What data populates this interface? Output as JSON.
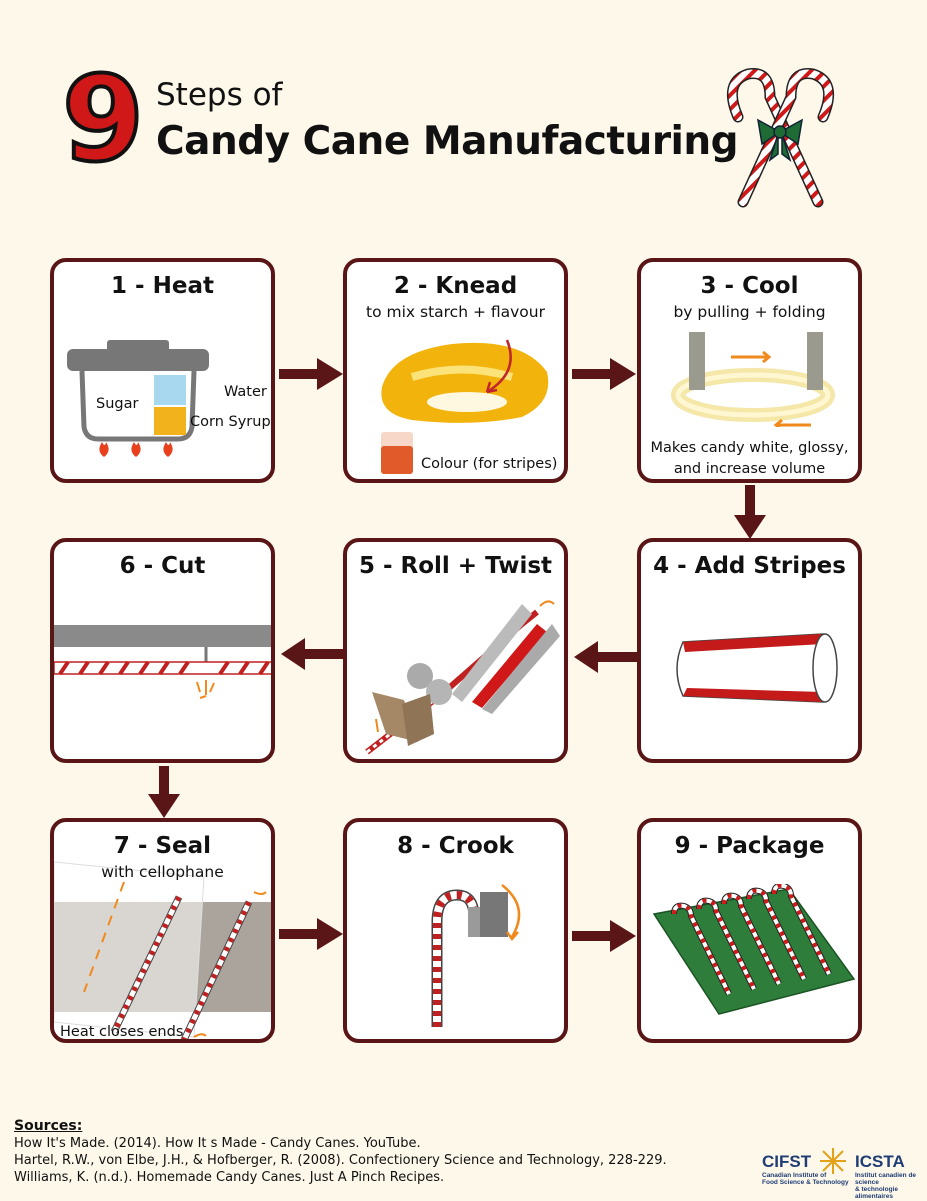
{
  "header": {
    "number": "9",
    "title_line1": "Steps of",
    "title_line2": "Candy Cane Manufacturing"
  },
  "steps": [
    {
      "title": "1 - Heat",
      "subtitle": "",
      "labels": [
        "Sugar",
        "Water",
        "Corn Syrup"
      ]
    },
    {
      "title": "2 - Knead",
      "subtitle": "to mix starch + flavour",
      "labels": [
        "Colour (for stripes)"
      ]
    },
    {
      "title": "3 - Cool",
      "subtitle": "by pulling + folding",
      "labels": [
        "Makes candy white, glossy,",
        "and increase volume"
      ]
    },
    {
      "title": "4 - Add Stripes",
      "subtitle": "",
      "labels": []
    },
    {
      "title": "5 - Roll + Twist",
      "subtitle": "",
      "labels": []
    },
    {
      "title": "6 - Cut",
      "subtitle": "",
      "labels": []
    },
    {
      "title": "7 - Seal",
      "subtitle": "with cellophane",
      "labels": [
        "Heat closes ends"
      ]
    },
    {
      "title": "8 - Crook",
      "subtitle": "",
      "labels": []
    },
    {
      "title": "9 - Package",
      "subtitle": "",
      "labels": []
    }
  ],
  "sources": {
    "heading": "Sources:",
    "items": [
      "How It's Made. (2014). How It s Made - Candy Canes. YouTube.",
      "Hartel, R.W., von Elbe, J.H., & Hofberger, R. (2008). Confectionery Science and Technology, 228-229.",
      "Williams, K. (n.d.). Homemade Candy Canes. Just A Pinch Recipes."
    ]
  },
  "logos": {
    "left": "CIFST",
    "left_sub1": "Canadian Institute of",
    "left_sub2": "Food Science & Technology",
    "right": "ICSTA",
    "right_sub1": "Institut canadien de science",
    "right_sub2": "& technologie alimentaires"
  },
  "colors": {
    "border": "#5a1517",
    "arrow": "#5a1517",
    "background": "#fdf8ea",
    "candy_red": "#d01818",
    "number_red": "#d01818"
  }
}
